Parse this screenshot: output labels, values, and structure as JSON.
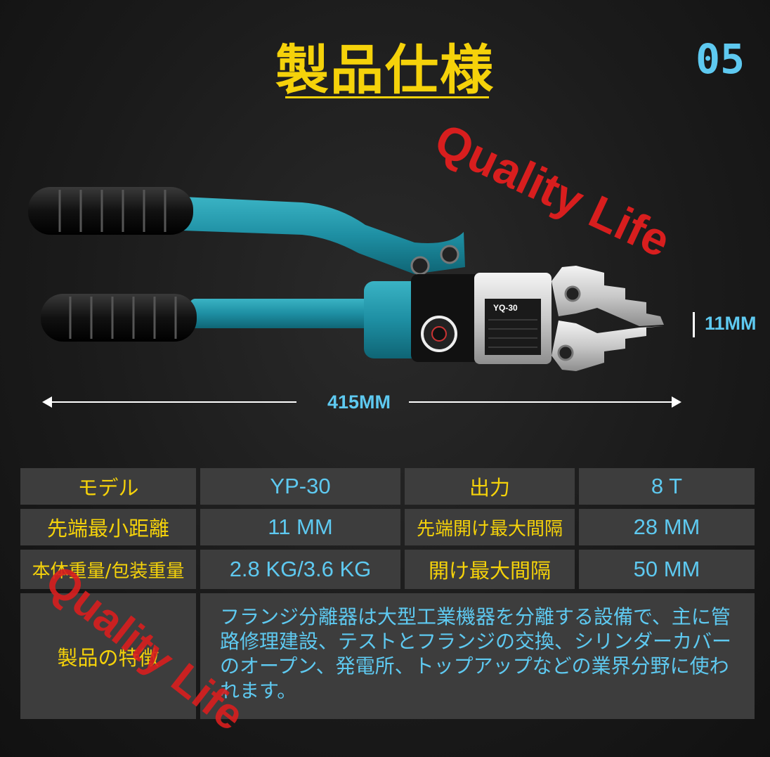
{
  "header": {
    "title": "製品仕様",
    "page_number": "05"
  },
  "watermark": {
    "text": "Quality Life"
  },
  "dimensions": {
    "length": "415MM",
    "tip_gap": "11MM"
  },
  "specs": {
    "r1": {
      "l1": "モデル",
      "v1": "YP-30",
      "l2": "出力",
      "v2": "8 T"
    },
    "r2": {
      "l1": "先端最小距離",
      "v1": "11 MM",
      "l2": "先端開け最大間隔",
      "v2": "28 MM"
    },
    "r3": {
      "l1": "本体重量/包装重量",
      "v1": "2.8 KG/3.6 KG",
      "l2": "開け最大間隔",
      "v2": "50 MM"
    },
    "features_label": "製品の特徴",
    "features_text": "フランジ分離器は大型工業機器を分離する設備で、主に管路修理建設、テストとフランジの交換、シリンダーカバーのオープン、発電所、トップアップなどの業界分野に使われます。"
  },
  "tool_plate": {
    "model": "YQ-30"
  },
  "colors": {
    "accent_yellow": "#f5d20a",
    "accent_blue": "#5ec9f0",
    "watermark_red": "#d81e1e",
    "tool_teal": "#1e8fa3"
  }
}
